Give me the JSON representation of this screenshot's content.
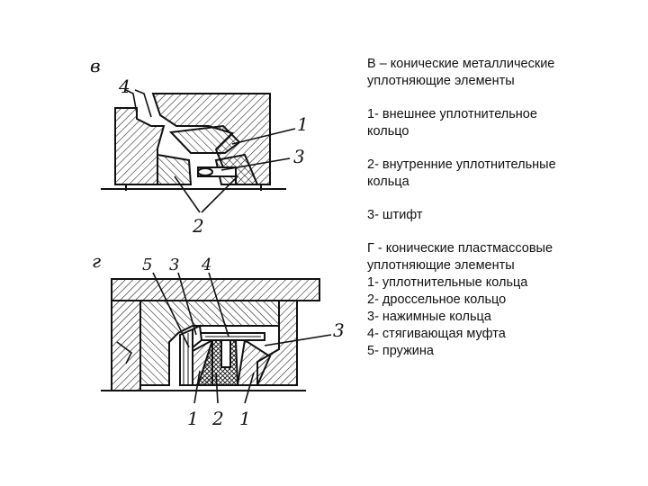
{
  "labels": {
    "top_letter": "в",
    "bottom_letter": "г",
    "top_parts": [
      "4",
      "1",
      "3",
      "2"
    ],
    "bottom_parts": [
      "5",
      "3",
      "4",
      "3",
      "1",
      "2",
      "1"
    ]
  },
  "legend": {
    "block_v_title": [
      "В – конические металлические",
      "уплотняющие элементы"
    ],
    "item_1": [
      "1- внешнее уплотнительное",
      "кольцо"
    ],
    "item_2": [
      "2- внутренние уплотнительные",
      "кольца"
    ],
    "item_3": "3- штифт",
    "block_g_title": [
      "Г - конические пластмассовые",
      "уплотняющие элементы"
    ],
    "block_g_items": [
      "1- уплотнительные кольца",
      "2- дроссельное кольцо",
      "3- нажимные кольца",
      "4- стягивающая муфта",
      "5- пружина"
    ]
  },
  "colors": {
    "ink": "#111111",
    "background": "#ffffff"
  }
}
